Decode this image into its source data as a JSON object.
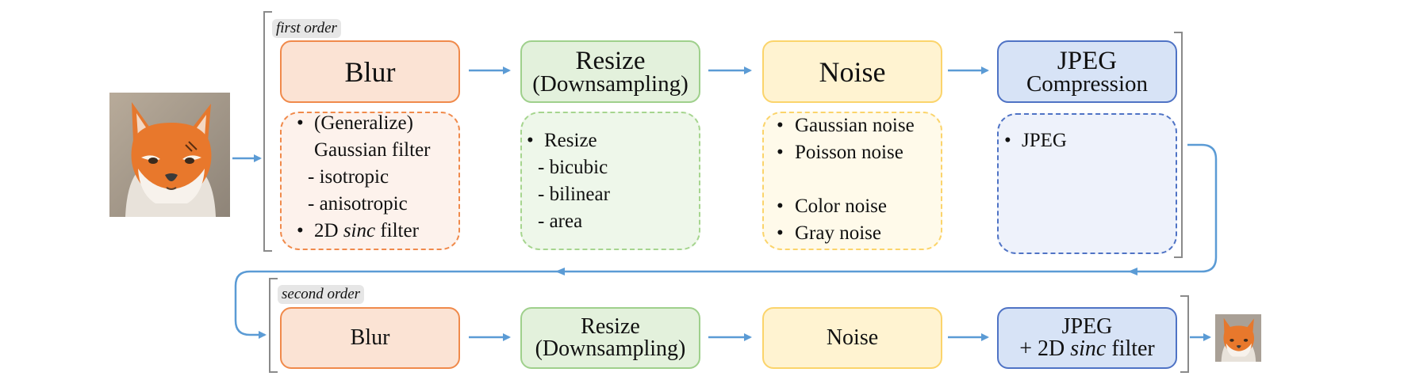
{
  "colors": {
    "arrow": "#5b9bd5",
    "blur_fill": "#fbe3d4",
    "blur_border": "#f08a4b",
    "resize_fill": "#e3f1dc",
    "resize_border": "#9fd08c",
    "noise_fill": "#fff3d1",
    "noise_border": "#fbd46b",
    "jpeg_fill": "#d7e3f6",
    "jpeg_border": "#4f73c5"
  },
  "images": {
    "input": "fox-avatar-image",
    "output": "fox-avatar-thumbnail"
  },
  "first_order": {
    "label": "first order",
    "blur": {
      "title": "Blur",
      "details": {
        "bullet": "•",
        "line1": "(Generalize)",
        "line2": "Gaussian filter",
        "line3": "- isotropic",
        "line4": "- anisotropic",
        "line5_pre": "2D",
        "line5_em": "sinc",
        "line5_post": "filter"
      }
    },
    "resize": {
      "title_line1": "Resize",
      "title_line2": "(Downsampling)",
      "details": {
        "bullet": "•",
        "line1": "Resize",
        "line2": "- bicubic",
        "line3": "- bilinear",
        "line4": "- area"
      }
    },
    "noise": {
      "title": "Noise",
      "details": {
        "bullet": "•",
        "items": [
          "Gaussian noise",
          "Poisson noise",
          "Color noise",
          "Gray noise"
        ]
      }
    },
    "jpeg": {
      "title_line1": "JPEG",
      "title_line2": "Compression",
      "details": {
        "bullet": "•",
        "line1": "JPEG"
      }
    }
  },
  "second_order": {
    "label": "second order",
    "blur": {
      "title": "Blur"
    },
    "resize": {
      "title_line1": "Resize",
      "title_line2": "(Downsampling)"
    },
    "noise": {
      "title": "Noise"
    },
    "jpeg": {
      "title_line1": "JPEG",
      "title_line2_pre": "+ 2D",
      "title_line2_em": "sinc",
      "title_line2_post": "filter"
    }
  }
}
